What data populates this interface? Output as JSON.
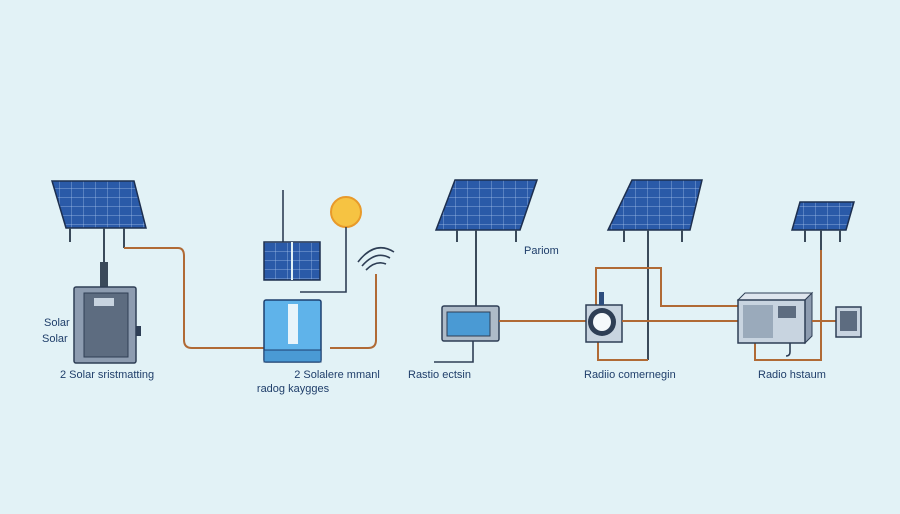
{
  "labels": {
    "solar_side_1": "Solar",
    "solar_side_2": "Solar",
    "station_1": "2 Solar sristmatting",
    "station_2_line1": "2 Solalere mmanl",
    "station_2_line2": "radog kaygges",
    "pariom": "Pariom",
    "station_3": "Rastio ectsin",
    "station_4": "Radiio comernegin",
    "station_5": "Radio hstaum"
  },
  "colors": {
    "background": "#e2f2f6",
    "panel": "#2a5aa8",
    "wire": "#b06a35",
    "sun": "#f6c342",
    "text": "#1f3e6a"
  }
}
